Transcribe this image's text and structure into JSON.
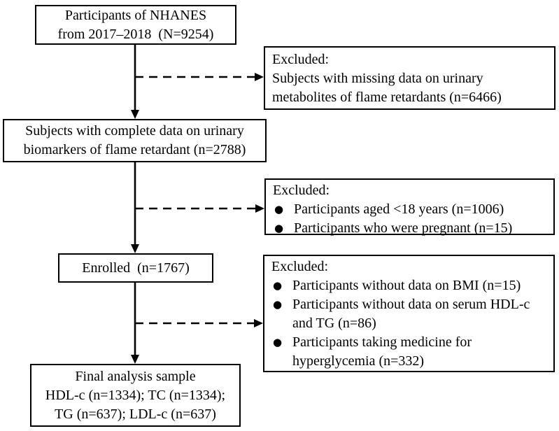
{
  "flowchart": {
    "bullet": "●",
    "colors": {
      "line": "#000000",
      "text": "#000000",
      "background": "#ffffff"
    },
    "boxes": {
      "nhanes": {
        "lines": [
          "Participants of NHANES",
          "from 2017–2018  (N=9254)"
        ]
      },
      "complete_data": {
        "lines": [
          "Subjects with complete data on urinary",
          "biomarkers of flame retardant (n=2788)"
        ]
      },
      "enrolled": {
        "lines": [
          "Enrolled  (n=1767)"
        ]
      },
      "final": {
        "lines": [
          "Final analysis sample",
          "HDL-c (n=1334); TC (n=1334);",
          "TG (n=637); LDL-c (n=637)"
        ]
      }
    },
    "excluded": [
      {
        "heading": "Excluded:",
        "body": "Subjects with missing data on urinary\nmetabolites of flame retardants (n=6466)"
      },
      {
        "heading": "Excluded:",
        "items": [
          "Participants aged <18 years (n=1006)",
          "Participants who were pregnant (n=15)"
        ]
      },
      {
        "heading": "Excluded:",
        "items": [
          "Participants without data on BMI (n=15)",
          "Participants without data on serum HDL-c\nand TG (n=86)",
          "Participants taking medicine for\nhyperglycemia (n=332)"
        ]
      }
    ]
  }
}
